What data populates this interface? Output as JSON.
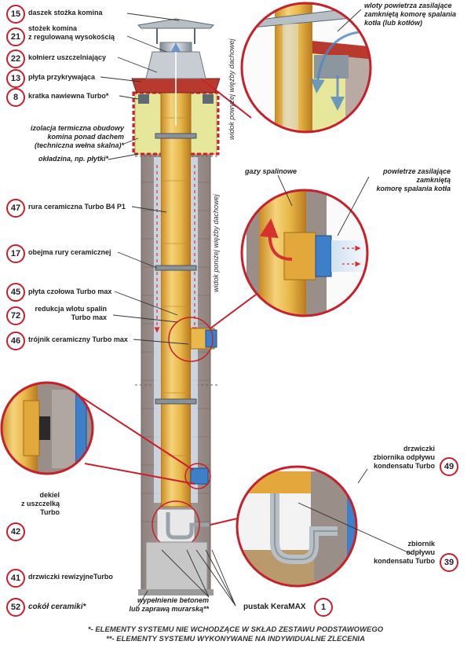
{
  "labels": {
    "l15": {
      "num": "15",
      "text": "daszek stożka komina"
    },
    "l21": {
      "num": "21",
      "text1": "stożek komina",
      "text2": "z regulowaną wysokością"
    },
    "l22": {
      "num": "22",
      "text": "kołnierz uszczelniający"
    },
    "l13": {
      "num": "13",
      "text": "płyta przykrywająca"
    },
    "l8": {
      "num": "8",
      "text": "kratka nawiewna Turbo*"
    },
    "insulation": {
      "text1": "izolacja termiczna obudowy",
      "text2": "komina ponad dachem",
      "text3": "(techniczna wełna skalna)*"
    },
    "cladding": {
      "text": "okładzina, np. płytki*"
    },
    "l47": {
      "num": "47",
      "text": "rura ceramiczna Turbo B4 P1"
    },
    "l17": {
      "num": "17",
      "text": "obejma rury ceramicznej"
    },
    "l45": {
      "num": "45",
      "text": "płyta czołowa Turbo max"
    },
    "l72": {
      "num": "72",
      "text1": "redukcja wlotu spalin",
      "text2": "Turbo max"
    },
    "l46": {
      "num": "46",
      "text": "trójnik ceramiczny Turbo max"
    },
    "l42": {
      "num": "42",
      "text1": "dekiel",
      "text2": "z uszczelką",
      "text3": "Turbo"
    },
    "l41": {
      "num": "41",
      "text": "drzwiczki rewizyjneTurbo"
    },
    "l52": {
      "num": "52",
      "text": "cokół ceramiki*"
    },
    "concrete": {
      "text1": "wypełnienie betonem",
      "text2": "lub zaprawą murarską**"
    },
    "l1": {
      "num": "1",
      "text": "pustak KeraMAX"
    },
    "l49": {
      "num": "49",
      "text1": "drzwiczki",
      "text2": "zbiornika odpływu",
      "text3": "kondensatu Turbo"
    },
    "l39": {
      "num": "39",
      "text1": "zbiornik",
      "text2": "odpływu",
      "text3": "kondensatu Turbo"
    },
    "inlets": {
      "text1": "wloty powietrza zasilające",
      "text2": "zamkniętą komorę spalania",
      "text3": "kotła (lub kotłów)"
    },
    "flue_gas": {
      "text": "gazy spalinowe"
    },
    "supply_air": {
      "text1": "powietrze zasilające",
      "text2": "zamkniętą",
      "text3": "komorę spalania kotła"
    }
  },
  "vertical": {
    "above_roof": "widok powyżej więźby dachowej",
    "below_roof": "widok poniżej więźby dachowej"
  },
  "footnotes": {
    "f1": "*- ELEMENTY SYSTEMU NIE WCHODZĄCE W SKŁAD ZESTAWU PODSTAWOWEGO",
    "f2": "**- ELEMENTY SYSTEMU WYKONYWANE NA INDYWIDUALNE ZLECENIA"
  },
  "colors": {
    "accent_red": "#c8202b",
    "ceramic_yellow": "#e8b84a",
    "block_grey": "#9a8e88",
    "steel_blue": "#3d7fc8"
  }
}
